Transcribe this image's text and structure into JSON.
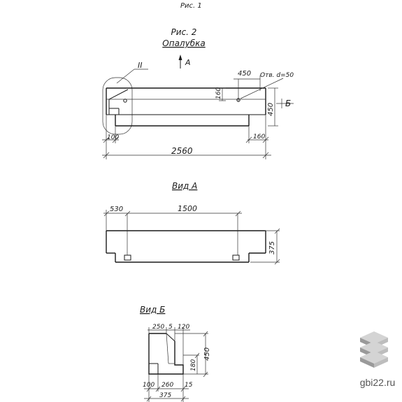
{
  "header": {
    "fragment": "Рис. 1"
  },
  "fig2": {
    "title": "Рис. 2",
    "subtitle": "Опалубка",
    "view_arrow": "А",
    "callout": "II",
    "dims": {
      "d450_top": "450",
      "hole_note": "Отв. d=50",
      "d160": "160",
      "d450_side": "450",
      "section": "Б",
      "d100": "100",
      "d160_bottom": "160",
      "d2560": "2560"
    }
  },
  "view_a": {
    "title": "Вид А",
    "dims": {
      "d530": "530",
      "d1500": "1500",
      "d375": "375"
    }
  },
  "view_b": {
    "title": "Вид Б",
    "dims": {
      "d250": "250",
      "d5": "5",
      "d120": "120",
      "d450": "450",
      "d180": "180",
      "d100": "100",
      "d260": "260",
      "d15": "15",
      "d375": "375"
    }
  },
  "watermark": {
    "text": "gbi22.ru"
  }
}
